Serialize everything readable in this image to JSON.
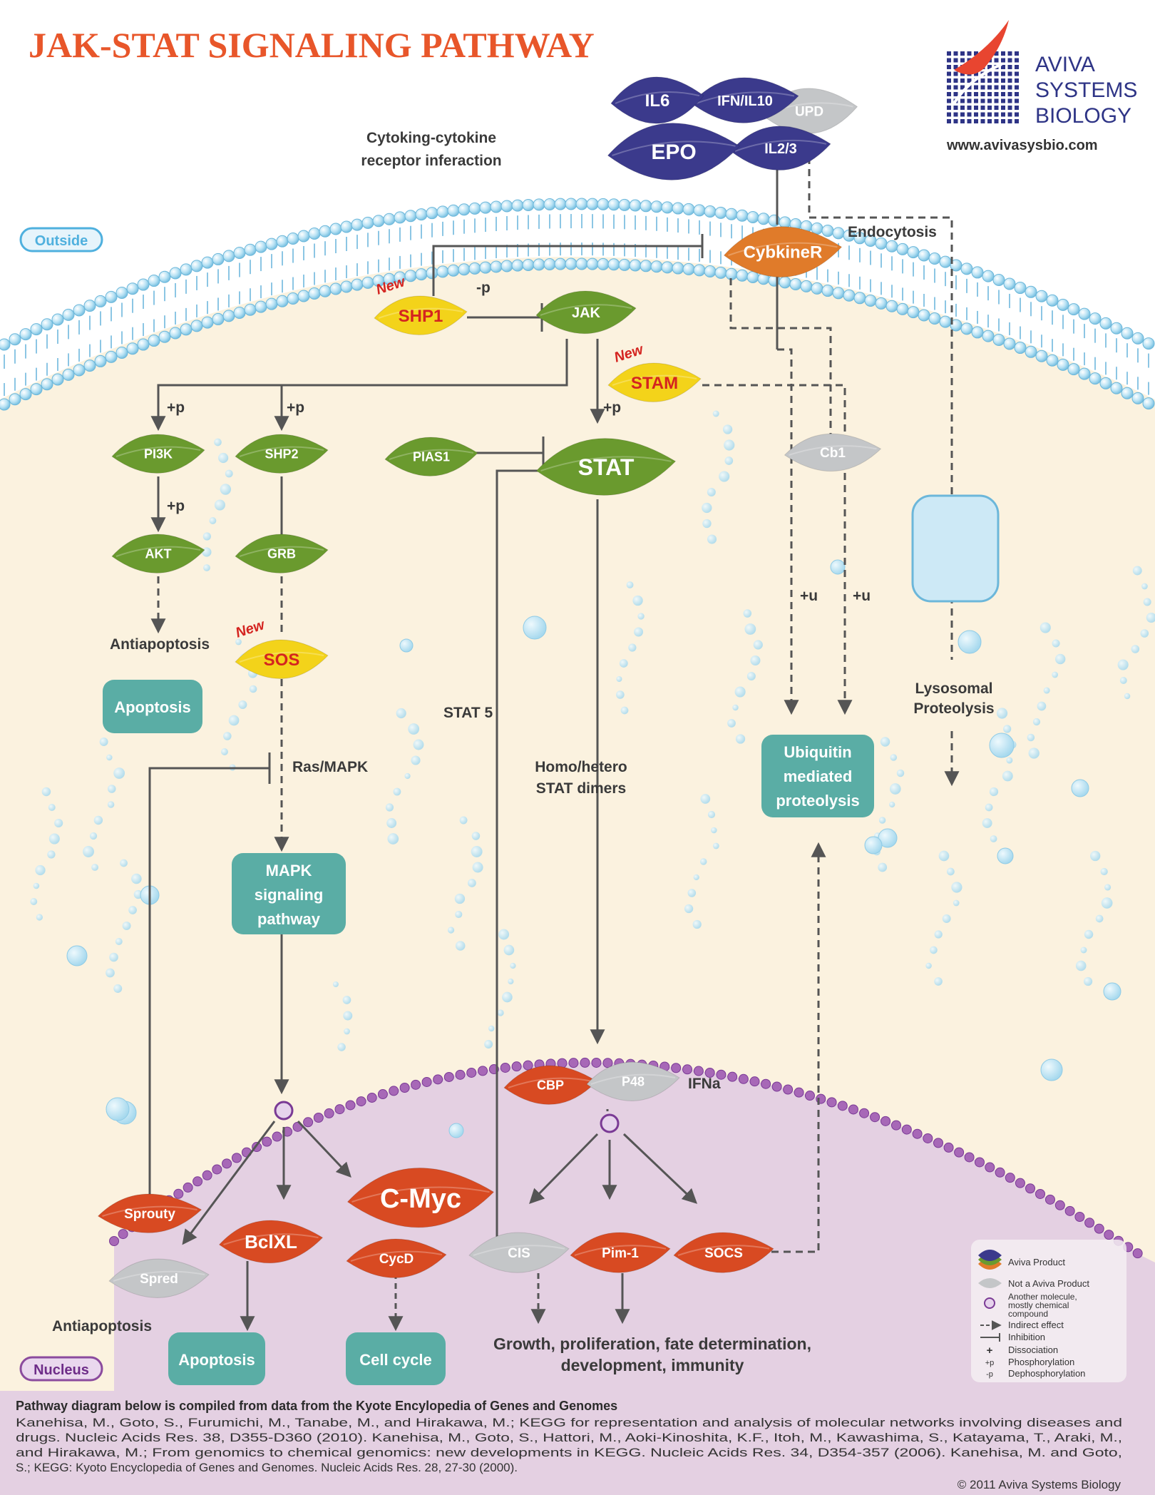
{
  "title": "JAK-STAT SIGNALING PATHWAY",
  "logo": {
    "line1": "AVIVA",
    "line2": "SYSTEMS",
    "line3": "BIOLOGY",
    "url": "www.avivasysbio.com"
  },
  "zones": {
    "outside": "Outside",
    "nucleus": "Nucleus"
  },
  "cytokine_label": {
    "line1": "Cytoking-cytokine",
    "line2": "receptor inferaction"
  },
  "new_tag": "New",
  "nodes": {
    "il6": "IL6",
    "ifn_il10": "IFN/IL10",
    "upd": "UPD",
    "epo": "EPO",
    "il23": "IL2/3",
    "receptor": "CybkineR",
    "shp1": "SHP1",
    "jak": "JAK",
    "stam": "STAM",
    "cb1": "Cb1",
    "pi3k": "PI3K",
    "shp2": "SHP2",
    "pias1": "PIAS1",
    "stat": "STAT",
    "akt": "AKT",
    "grb": "GRB",
    "sos": "SOS",
    "cbp": "CBP",
    "p48": "P48",
    "cmyc": "C-Myc",
    "sprouty": "Sprouty",
    "bclxl": "BclXL",
    "cycd": "CycD",
    "spred": "Spred",
    "cis": "CIS",
    "pim1": "Pim-1",
    "socs": "SOCS"
  },
  "boxes": {
    "apoptosis_top": "Apoptosis",
    "mapk_line1": "MAPK",
    "mapk_line2": "signaling",
    "mapk_line3": "pathway",
    "ubiq_line1": "Ubiquitin",
    "ubiq_line2": "mediated",
    "ubiq_line3": "proteolysis",
    "apoptosis_bottom": "Apoptosis",
    "cell_cycle": "Cell cycle"
  },
  "labels": {
    "endocytosis": "Endocytosis",
    "minus_p": "-p",
    "plus_p_1": "+p",
    "plus_p_2": "+p",
    "plus_p_3": "+p",
    "plus_p_4": "+p",
    "plus_u_1": "+u",
    "plus_u_2": "+u",
    "antiapoptosis_top": "Antiapoptosis",
    "ras_mapk": "Ras/MAPK",
    "stat5": "STAT 5",
    "dimers_line1": "Homo/hetero",
    "dimers_line2": "STAT dimers",
    "lysosomal_line1": "Lysosomal",
    "lysosomal_line2": "Proteolysis",
    "ifna": "IFNa",
    "antiapoptosis_bottom": "Antiapoptosis",
    "growth_line1": "Growth, proliferation, fate determination,",
    "growth_line2": "development, immunity"
  },
  "legend": {
    "aviva_product": "Aviva Product",
    "not_aviva": "Not a Aviva Product",
    "other_molecule_1": "Another molecule,",
    "other_molecule_2": "mostly chemical",
    "other_molecule_3": "compound",
    "indirect": "Indirect effect",
    "inhibition": "Inhibition",
    "dissociation_sym": "+",
    "dissociation": "Dissociation",
    "phos_sym": "+p",
    "phosphorylation": "Phosphorylation",
    "dephos_sym": "-p",
    "dephosphorylation": "Dephosphorylation"
  },
  "footer": {
    "heading": "Pathway diagram below is compiled from data from the Kyote Encylopedia of Genes and Genomes",
    "line1": "Kanehisa, M., Goto, S., Furumichi, M., Tanabe, M., and Hirakawa, M.; KEGG for representation and analysis of molecular networks involving diseases and",
    "line2": "drugs. Nucleic Acids Res. 38, D355-D360 (2010). Kanehisa, M., Goto, S., Hattori, M., Aoki-Kinoshita, K.F., Itoh, M., Kawashima, S., Katayama, T., Araki, M.,",
    "line3": "and Hirakawa, M.; From genomics to chemical genomics: new developments in KEGG. Nucleic Acids Res. 34, D354-357 (2006).  Kanehisa, M. and Goto,",
    "line4": "S.; KEGG: Kyoto Encyclopedia of Genes and Genomes. Nucleic Acids Res. 28, 27-30 (2000).",
    "copyright": "© 2011 Aviva Systems Biology"
  },
  "colors": {
    "title": "#e8562a",
    "navy": "#3b3a8c",
    "orange_receptor": "#e07b2a",
    "green": "#6a9a2e",
    "yellow": "#f3d31a",
    "grey": "#c4c6c8",
    "red_nuclear": "#d84a22",
    "teal_box": "#5aada5",
    "cytoplasm": "#fbf2df",
    "nucleus": "#e3cfe1",
    "membrane_bead": "#9fd3ec",
    "lines": "#555555"
  }
}
